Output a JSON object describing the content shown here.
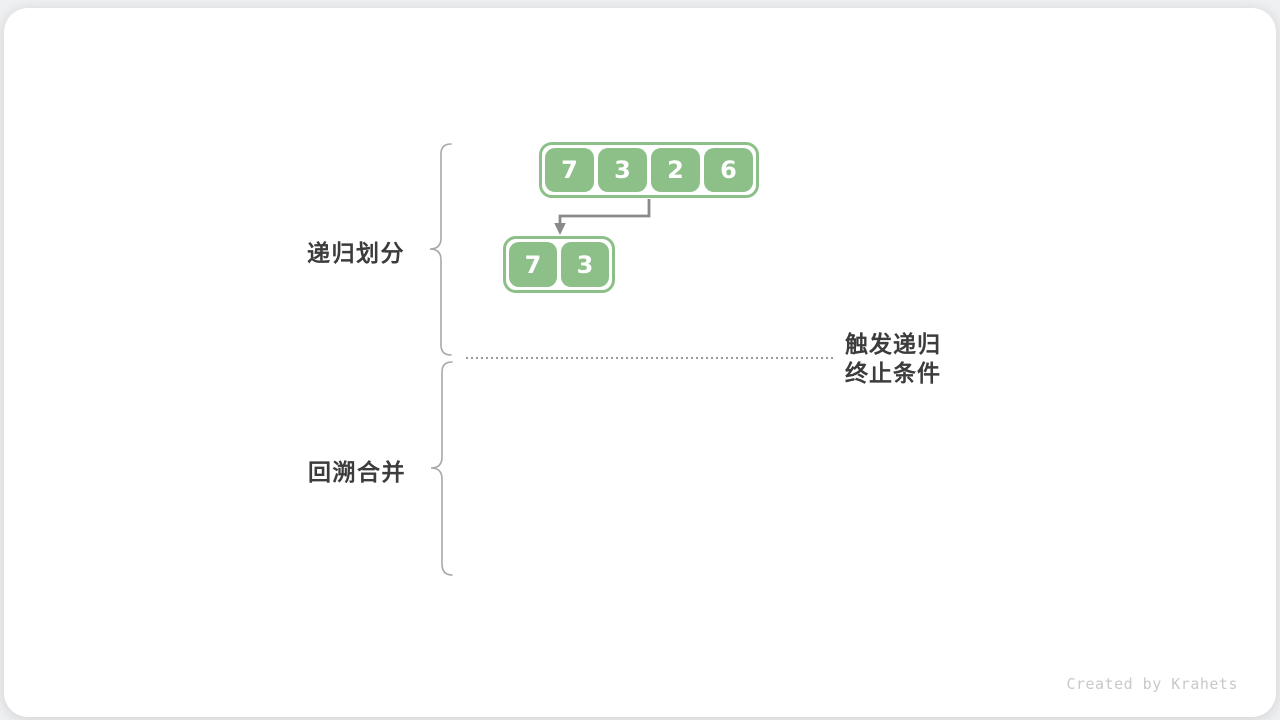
{
  "diagram": {
    "section_labels": {
      "divide": "递归划分",
      "merge": "回溯合并"
    },
    "condition_label": {
      "line1": "触发递归",
      "line2": "终止条件"
    },
    "top_array": {
      "values": [
        "7",
        "3",
        "2",
        "6"
      ]
    },
    "sub_array": {
      "values": [
        "7",
        "3"
      ]
    },
    "watermark": "Created by Krahets",
    "colors": {
      "cell_green": "#8dc088",
      "arrow_gray": "#8a8a8a",
      "text_dark": "#3c3c3c",
      "brace_gray": "#a8a8a8",
      "dotted_gray": "#9a9a9a",
      "watermark_gray": "#c9c9c9",
      "card_bg": "#ffffff",
      "page_bg": "#eff0f2"
    }
  }
}
